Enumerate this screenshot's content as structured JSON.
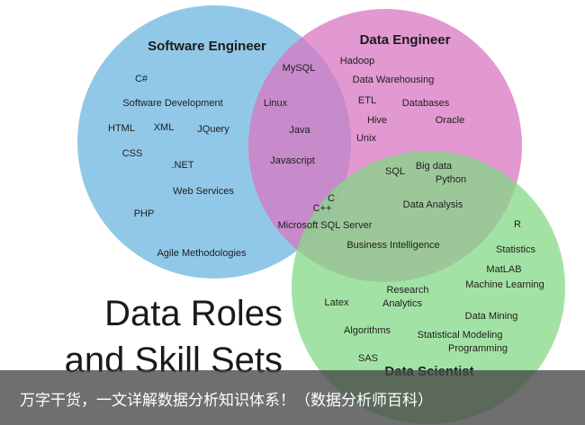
{
  "colors": {
    "software_engineer": "#6eb6df",
    "data_engineer": "#d875c0",
    "data_scientist": "#84d887"
  },
  "headings": {
    "software_engineer": "Software Engineer",
    "data_engineer": "Data Engineer",
    "data_scientist": "Data Scientist"
  },
  "title": {
    "line1": "Data Roles",
    "line2": "and Skill Sets"
  },
  "skills": {
    "csharp": "C#",
    "software_development": "Software Development",
    "html": "HTML",
    "xml": "XML",
    "jquery": "JQuery",
    "css": "CSS",
    "dotnet": ".NET",
    "web_services": "Web Services",
    "php": "PHP",
    "agile": "Agile Methodologies",
    "mysql": "MySQL",
    "linux": "Linux",
    "java": "Java",
    "javascript": "Javascript",
    "hadoop": "Hadoop",
    "data_warehousing": "Data Warehousing",
    "etl": "ETL",
    "databases": "Databases",
    "hive": "Hive",
    "oracle": "Oracle",
    "unix": "Unix",
    "sql": "SQL",
    "big_data": "Big data",
    "python": "Python",
    "data_analysis": "Data Analysis",
    "c": "C",
    "cpp": "C++",
    "ms_sql_server": "Microsoft SQL Server",
    "business_intelligence": "Business Intelligence",
    "r": "R",
    "statistics": "Statistics",
    "matlab": "MatLAB",
    "machine_learning": "Machine Learning",
    "latex": "Latex",
    "research": "Research",
    "analytics": "Analytics",
    "data_mining": "Data Mining",
    "algorithms": "Algorithms",
    "statistical_modeling": "Statistical Modeling",
    "programming": "Programming",
    "sas": "SAS"
  },
  "caption": "万字干货，一文详解数据分析知识体系！（数据分析师百科）"
}
